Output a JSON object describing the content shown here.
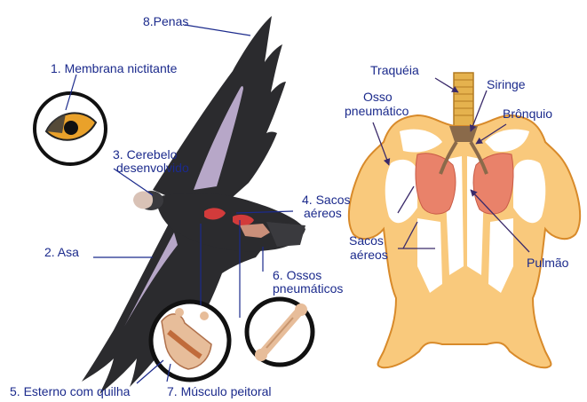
{
  "bird_labels": {
    "penas": "8.Penas",
    "membrana": "1. Membrana nictitante",
    "cerebelo_l1": "3. Cerebelo",
    "cerebelo_l2": "desenvolvido",
    "sacos_l1": "4. Sacos",
    "sacos_l2": "aéreos",
    "asa": "2. Asa",
    "ossos_l1": "6. Ossos",
    "ossos_l2": "pneumáticos",
    "esterno": "5. Esterno com quilha",
    "musculo": "7. Músculo peitoral"
  },
  "anatomy_labels": {
    "traqueia": "Traquéia",
    "siringe": "Siringe",
    "osso_l1": "Osso",
    "osso_l2": "pneumático",
    "bronquio": "Brônquio",
    "sacos_l1": "Sacos",
    "sacos_l2": "aéreos",
    "pulmao": "Pulmão"
  },
  "colors": {
    "label_text": "#1b2a8c",
    "body_fill": "#f9c97c",
    "body_outline": "#d88a2a",
    "air_sac": "#ffffff",
    "lung": "#e9826a",
    "feathers": "#2b2b2e",
    "feather_highlight": "#b7a7c8",
    "eye_iris": "#e9a12a",
    "bone": "#e7bd9a"
  }
}
